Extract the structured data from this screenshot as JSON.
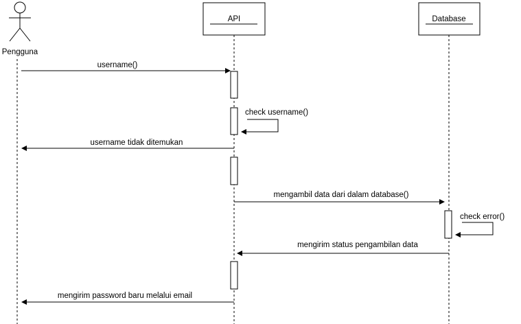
{
  "actor": {
    "label": "Pengguna"
  },
  "participants": [
    {
      "label": "API"
    },
    {
      "label": "Database"
    }
  ],
  "messages": [
    {
      "label": "username()",
      "direction": "right",
      "style": "solid"
    },
    {
      "label": "check username()",
      "direction": "self",
      "style": "solid"
    },
    {
      "label": "username tidak ditemukan",
      "direction": "left",
      "style": "solid"
    },
    {
      "label": "mengambil data dari dalam database()",
      "direction": "right",
      "style": "solid"
    },
    {
      "label": "check error()",
      "direction": "self",
      "style": "solid"
    },
    {
      "label": "mengirim status pengambilan data",
      "direction": "left",
      "style": "solid"
    },
    {
      "label": "mengirim password baru melalui email",
      "direction": "left",
      "style": "solid"
    }
  ]
}
